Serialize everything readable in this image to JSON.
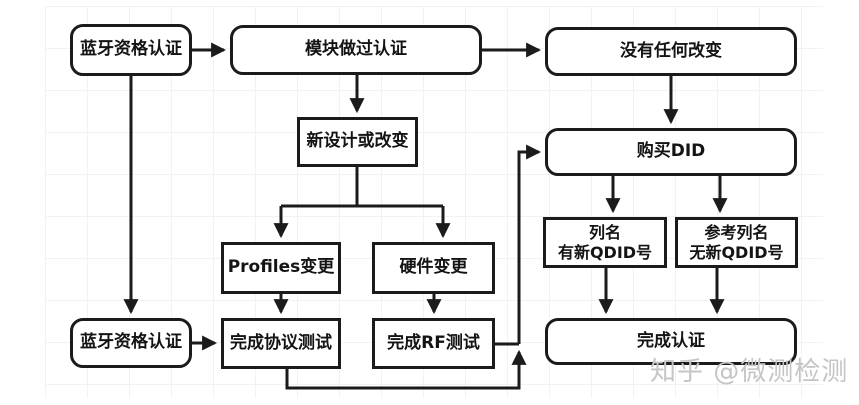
{
  "diagram": {
    "title_implicit": "Bluetooth qualification flowchart",
    "line_color": "#1b1b1b",
    "box_background": "#ffffff",
    "grid_color": "#f3f1f1",
    "nodes": {
      "bt_cert_top": {
        "label": "蓝牙资格认证",
        "shape": "rounded"
      },
      "module_certified": {
        "label": "模块做过认证",
        "shape": "rounded"
      },
      "no_change": {
        "label": "没有任何改变",
        "shape": "rounded"
      },
      "new_design": {
        "label": "新设计或改变",
        "shape": "rect"
      },
      "buy_did": {
        "label": "购买DID",
        "shape": "rounded"
      },
      "profiles_change": {
        "label": "Profiles变更",
        "shape": "rect"
      },
      "hardware_change": {
        "label": "硬件变更",
        "shape": "rect"
      },
      "bt_cert_bottom": {
        "label": "蓝牙资格认证",
        "shape": "rounded"
      },
      "protocol_test": {
        "label": "完成协议测试",
        "shape": "rect"
      },
      "rf_test": {
        "label": "完成RF测试",
        "shape": "rect"
      },
      "listed_new_qdid": {
        "label": "列名\n有新QDID号",
        "shape": "rect"
      },
      "ref_no_new_qdid": {
        "label": "参考列名\n无新QDID号",
        "shape": "rect"
      },
      "complete_cert": {
        "label": "完成认证",
        "shape": "rounded"
      }
    },
    "edges": [
      "蓝牙资格认证(上) → 模块做过认证",
      "模块做过认证 → 没有任何改变",
      "模块做过认证 → 新设计或改变",
      "没有任何改变 → 购买DID",
      "新设计或改变 → Profiles变更",
      "新设计或改变 → 硬件变更",
      "Profiles变更 → 完成协议测试",
      "硬件变更 → 完成RF测试",
      "蓝牙资格认证(上) → 蓝牙资格认证(下)",
      "蓝牙资格认证(下) → 完成协议测试",
      "完成协议测试 → 购买DID",
      "完成RF测试 → 购买DID",
      "购买DID → 列名 有新QDID号",
      "购买DID → 参考列名 无新QDID号",
      "列名 有新QDID号 → 完成认证",
      "参考列名 无新QDID号 → 完成认证"
    ]
  },
  "watermark": {
    "text": "知乎 @微测检测",
    "color": "#c5c5c5"
  }
}
